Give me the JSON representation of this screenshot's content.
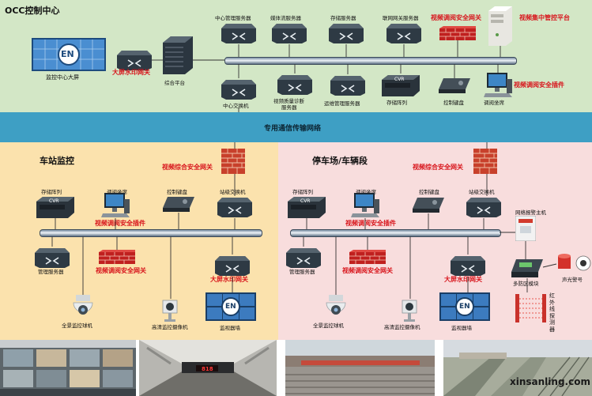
{
  "occ": {
    "title": "OCC控制中心",
    "big_screen": "监控中心大屏",
    "big_screen_logo": "EN",
    "watermark_gw": "大屏水印网关",
    "platform": "综合平台",
    "center_mgmt_server": "中心管理服务器",
    "media_server": "媒体流服务器",
    "storage_server": "存储服务器",
    "gateway_server": "联网网关服务器",
    "video_sec_gw": "视频调阅安全网关",
    "central_ctrl_platform": "视频集中管控平台",
    "center_switch": "中心交换机",
    "quality_server": [
      "视频质量诊断",
      "服务器"
    ],
    "ops_server": "运维管理服务器",
    "storage_array": "存储阵列",
    "cvr": "CVR",
    "keyboard": "控制键盘",
    "dispatch_seat": "调阅坐席",
    "sec_plugin": "视频调阅安全插件"
  },
  "transport": {
    "label": "专用通信传输网络"
  },
  "station": {
    "title": "车站监控",
    "storage_array": "存储阵列",
    "cvr": "CVR",
    "dispatch_seat": "调阅坐席",
    "keyboard": "控制键盘",
    "switch": "站级交换机",
    "sec_gw": "视频综合安全网关",
    "sec_plugin": "视频调阅安全插件",
    "mgmt_server": "管理服务器",
    "video_sec_gw": "视频调阅安全网关",
    "watermark_gw": "大屏水印网关",
    "ptz_camera": "全景监控球机",
    "hd_camera": "高清监控摄像机",
    "video_wall": "监视器墙",
    "wall_logo": "EN"
  },
  "depot": {
    "title": "停车场/车辆段",
    "storage_array": "存储阵列",
    "cvr": "CVR",
    "dispatch_seat": "调阅坐席",
    "keyboard": "控制键盘",
    "switch": "站级交换机",
    "sec_gw": "视频综合安全网关",
    "sec_plugin": "视频调阅安全插件",
    "alarm_host": "网络报警主机",
    "mgmt_server": "管理服务器",
    "video_sec_gw": "视频调阅安全网关",
    "watermark_gw": "大屏水印网关",
    "multi_zone": "多防区模块",
    "alarm_siren": "声光警号",
    "ptz_camera": "全景监控球机",
    "hd_camera": "高清监控摄像机",
    "video_wall": "监视器墙",
    "wall_logo": "EN",
    "ir_detector": [
      "红",
      "外",
      "线",
      "探",
      "测",
      "器"
    ]
  },
  "photos": {
    "led_sign": "818",
    "credit": "xinsanling.com"
  },
  "colors": {
    "occ_bg": "#d3e7c6",
    "transport_bg": "#3e9fc4",
    "station_bg": "#fbe2ad",
    "depot_bg": "#f8dddd",
    "label_red": "#d8141b"
  }
}
